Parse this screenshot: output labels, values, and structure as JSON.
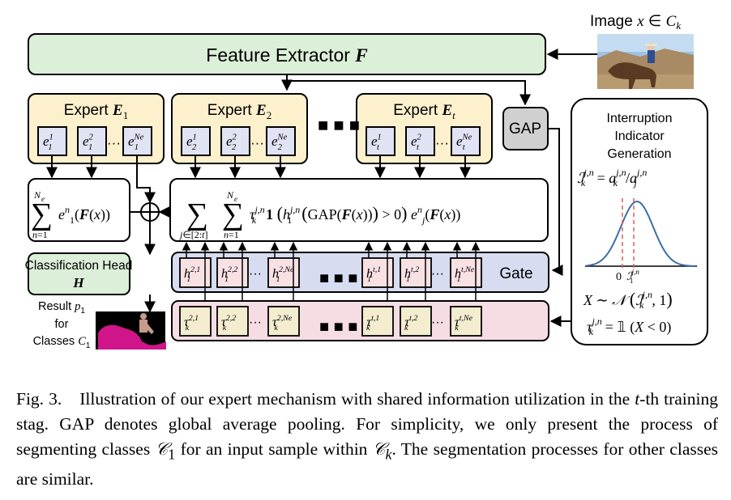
{
  "image_label": "Image x ∈ C_k",
  "feature_extractor": {
    "label": "Feature Extractor",
    "symbol": "F"
  },
  "experts": [
    {
      "label": "Expert",
      "symbol": "E",
      "sub": "1",
      "units": [
        {
          "base": "e",
          "sub": "1",
          "sup": "1"
        },
        {
          "base": "e",
          "sub": "1",
          "sup": "2"
        },
        {
          "base": "e",
          "sub": "1",
          "sup": "Ne"
        }
      ]
    },
    {
      "label": "Expert",
      "symbol": "E",
      "sub": "2",
      "units": [
        {
          "base": "e",
          "sub": "2",
          "sup": "1"
        },
        {
          "base": "e",
          "sub": "2",
          "sup": "2"
        },
        {
          "base": "e",
          "sub": "2",
          "sup": "Ne"
        }
      ]
    },
    {
      "label": "Expert",
      "symbol": "E",
      "sub": "t",
      "units": [
        {
          "base": "e",
          "sub": "t",
          "sup": "1"
        },
        {
          "base": "e",
          "sub": "t",
          "sup": "2"
        },
        {
          "base": "e",
          "sub": "t",
          "sup": "Ne"
        }
      ]
    }
  ],
  "ellipsis_dots": "···",
  "big_dots": "■ ■ ■",
  "gap_label": "GAP",
  "formula_left": "Σ_{n=1}^{Ne} e_1^n(F(x))",
  "formula_right": "Σ_{j∈[2:t]} Σ_{n=1}^{Ne} τ_k^{j,n} 1(h_1^{j,n}(GAP(F(x))) > 0) e_j^n(F(x))",
  "classification_head": {
    "label": "Classification Head",
    "symbol": "H"
  },
  "gate_label": "Gate",
  "gate_units": [
    "h_1^{2,1}",
    "h_1^{2,2}",
    "h_1^{2,Ne}",
    "h_1^{t,1}",
    "h_1^{t,2}",
    "h_1^{t,Ne}"
  ],
  "tau_units": [
    "τ_k^{2,1}",
    "τ_k^{2,2}",
    "τ_k^{2,Ne}",
    "τ_k^{t,1}",
    "τ_k^{t,2}",
    "τ_k^{t,Ne}"
  ],
  "result_label": [
    "Result p_1",
    "for",
    "Classes C_1"
  ],
  "interruption": {
    "title": [
      "Interruption",
      "Indicator",
      "Generation"
    ],
    "formula": "I_k^{j,n} = a_k^{j,n} / a_j^{j,n}",
    "axis_zero": "0",
    "axis_mark": "I_1^{j,n}",
    "dist": "X ~ N(I_k^{j,n}, 1)",
    "tau_def": "τ_k^{j,n} = 1(X < 0)"
  },
  "caption": {
    "label": "Fig. 3.",
    "text": "Illustration of our expert mechanism with shared information utilization in the t-th training stag. GAP denotes global average pooling. For simplicity, we only present the process of segmenting classes C_1 for an input sample within C_k. The segmentation processes for other classes are similar."
  },
  "colors": {
    "feature_green": "#dcefd9",
    "expert_yellow": "#fdf0cd",
    "unit_blue": "#dfe3f3",
    "gate_blue": "#d7dcf0",
    "tau_pink": "#f6dde3",
    "h_pink": "#f8e1e3",
    "gap_gray": "#d0d0d0",
    "curve_blue": "#3b6ea5",
    "dash_red": "#e05a5a",
    "mask_magenta": "#d0158a"
  }
}
